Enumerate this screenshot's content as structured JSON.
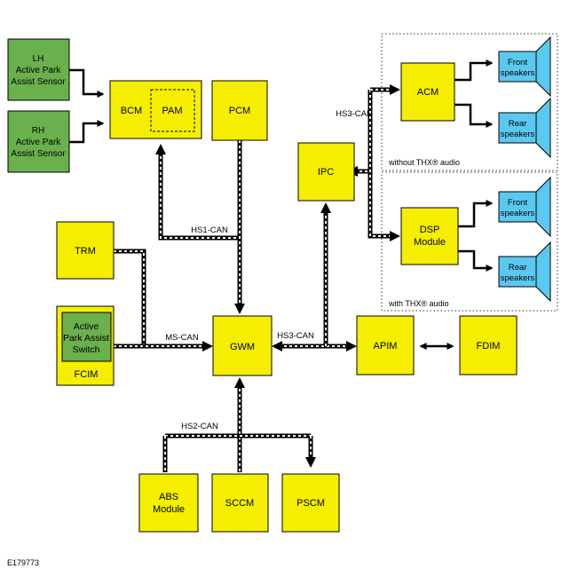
{
  "figure_id": "E179773",
  "colors": {
    "module_fill": "#f5ee00",
    "sensor_fill": "#6ab04c",
    "speaker_fill": "#5bc8f0",
    "bus_line": "#000000",
    "bus_dash": "#ffffff"
  },
  "modules": {
    "lh_sensor": [
      "LH",
      "Active Park",
      "Assist Sensor"
    ],
    "rh_sensor": [
      "RH",
      "Active Park",
      "Assist Sensor"
    ],
    "bcm": "BCM",
    "pam": "PAM",
    "pcm": "PCM",
    "ipc": "IPC",
    "acm": "ACM",
    "dsp": [
      "DSP",
      "Module"
    ],
    "trm": "TRM",
    "park_switch": [
      "Active",
      "Park Assist",
      "Switch"
    ],
    "fcim": "FCIM",
    "gwm": "GWM",
    "apim": "APIM",
    "fdim": "FDIM",
    "abs": [
      "ABS",
      "Module"
    ],
    "sccm": "SCCM",
    "pscm": "PSCM"
  },
  "speakers": {
    "acm_front": [
      "Front",
      "speakers"
    ],
    "acm_rear": [
      "Rear",
      "speakers"
    ],
    "dsp_front": [
      "Front",
      "speakers"
    ],
    "dsp_rear": [
      "Rear",
      "speakers"
    ]
  },
  "buses": {
    "hs1": "HS1-CAN",
    "hs2": "HS2-CAN",
    "hs3_top": "HS3-CAN",
    "hs3_bottom": "HS3-CAN",
    "ms": "MS-CAN"
  },
  "groups": {
    "without_thx": "without THX® audio",
    "with_thx": "with THX® audio"
  }
}
